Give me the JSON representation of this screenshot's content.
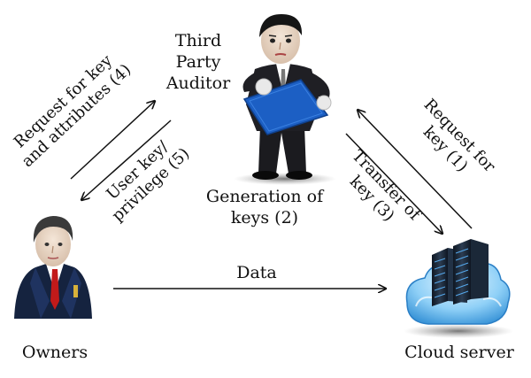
{
  "nodes": {
    "auditor": {
      "line1": "Third",
      "line2": "Party",
      "line3": "Auditor"
    },
    "generation": {
      "line1": "Generation of",
      "line2": "keys (2)"
    },
    "owners": {
      "label": "Owners"
    },
    "cloud": {
      "label": "Cloud server"
    }
  },
  "edges": {
    "request_key_attributes": {
      "line1": "Request for key",
      "line2": "and attributes (4)"
    },
    "user_key_privilege": {
      "line1": "User key/",
      "line2": "privilege (5)"
    },
    "request_key": {
      "line1": "Request for",
      "line2": "key (1)"
    },
    "transfer_key": {
      "line1": "Transfer of",
      "line2": "key (3)"
    },
    "data": {
      "label": "Data"
    }
  },
  "colors": {
    "arrow": "#111111",
    "suit": "#1b1b1f",
    "auditor_folder": "#1c5fc4",
    "owner_suit": "#15233f",
    "owner_tie": "#c21a1a",
    "server_cloud": "#4aa6e8",
    "server_rack": "#1e2a3a"
  }
}
